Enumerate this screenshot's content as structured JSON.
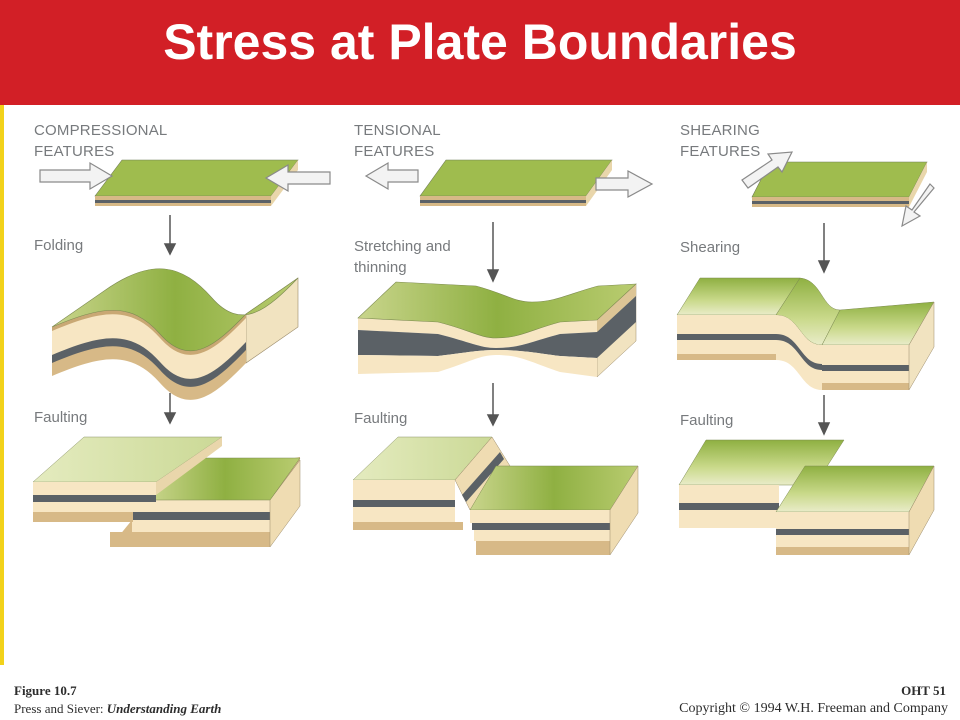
{
  "title": "Stress at Plate Boundaries",
  "columns": [
    {
      "id": "compressional",
      "header": "COMPRESSIONAL\nFEATURES",
      "step1_label": "Folding",
      "step2_label": "Faulting"
    },
    {
      "id": "tensional",
      "header": "TENSIONAL\nFEATURES",
      "step1_label": "Stretching and\nthinning",
      "step2_label": "Faulting"
    },
    {
      "id": "shearing",
      "header": "SHEARING\nFEATURES",
      "step1_label": "Shearing",
      "step2_label": "Faulting"
    }
  ],
  "footer": {
    "figure": "Figure 10.7",
    "authors": "Press and Siever:",
    "book": "Understanding Earth",
    "oht": "OHT 51",
    "copyright": "Copyright © 1994 W.H. Freeman and Company"
  },
  "colors": {
    "title_bar": "#d21f26",
    "accent_rule": "#f2d21a",
    "surface_green": "#9fbc4e",
    "surface_light": "#dfe6b2",
    "layer_cream": "#f7e6c3",
    "layer_dark": "#5b6166",
    "layer_tan": "#d7b987",
    "arrow": "#555555"
  }
}
